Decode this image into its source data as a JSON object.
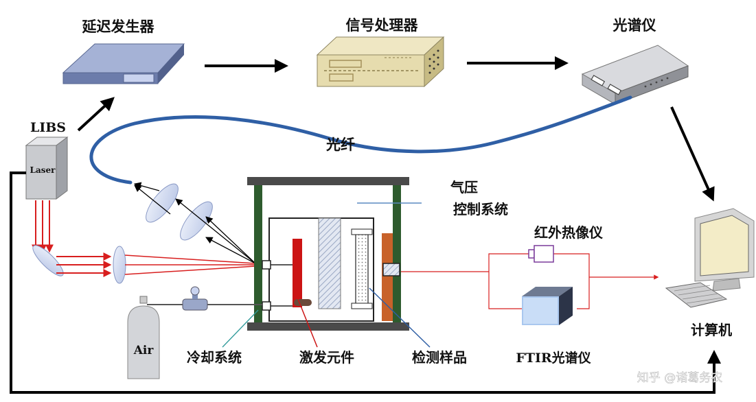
{
  "labels": {
    "delay_generator": "延迟发生器",
    "signal_processor": "信号处理器",
    "spectrometer": "光谱仪",
    "libs": "LIBS",
    "laser": "Laser",
    "fiber": "光纤",
    "pressure_line1": "气压",
    "pressure_line2": "控制系统",
    "infrared_camera": "红外热像仪",
    "computer": "计算机",
    "air": "Air",
    "cooling_system": "冷却系统",
    "excitation_element": "激发元件",
    "test_sample": "检测样品",
    "ftir": "FTIR光谱仪",
    "watermark": "知乎 @诸葛务农"
  },
  "colors": {
    "fiber": "#2f5fa5",
    "laser_beam": "#d81e1e",
    "chamber_post": "#2e5b2e",
    "sample_plate": "#c8622a",
    "excitation_bar": "#cc1414",
    "arrow": "#000000"
  }
}
